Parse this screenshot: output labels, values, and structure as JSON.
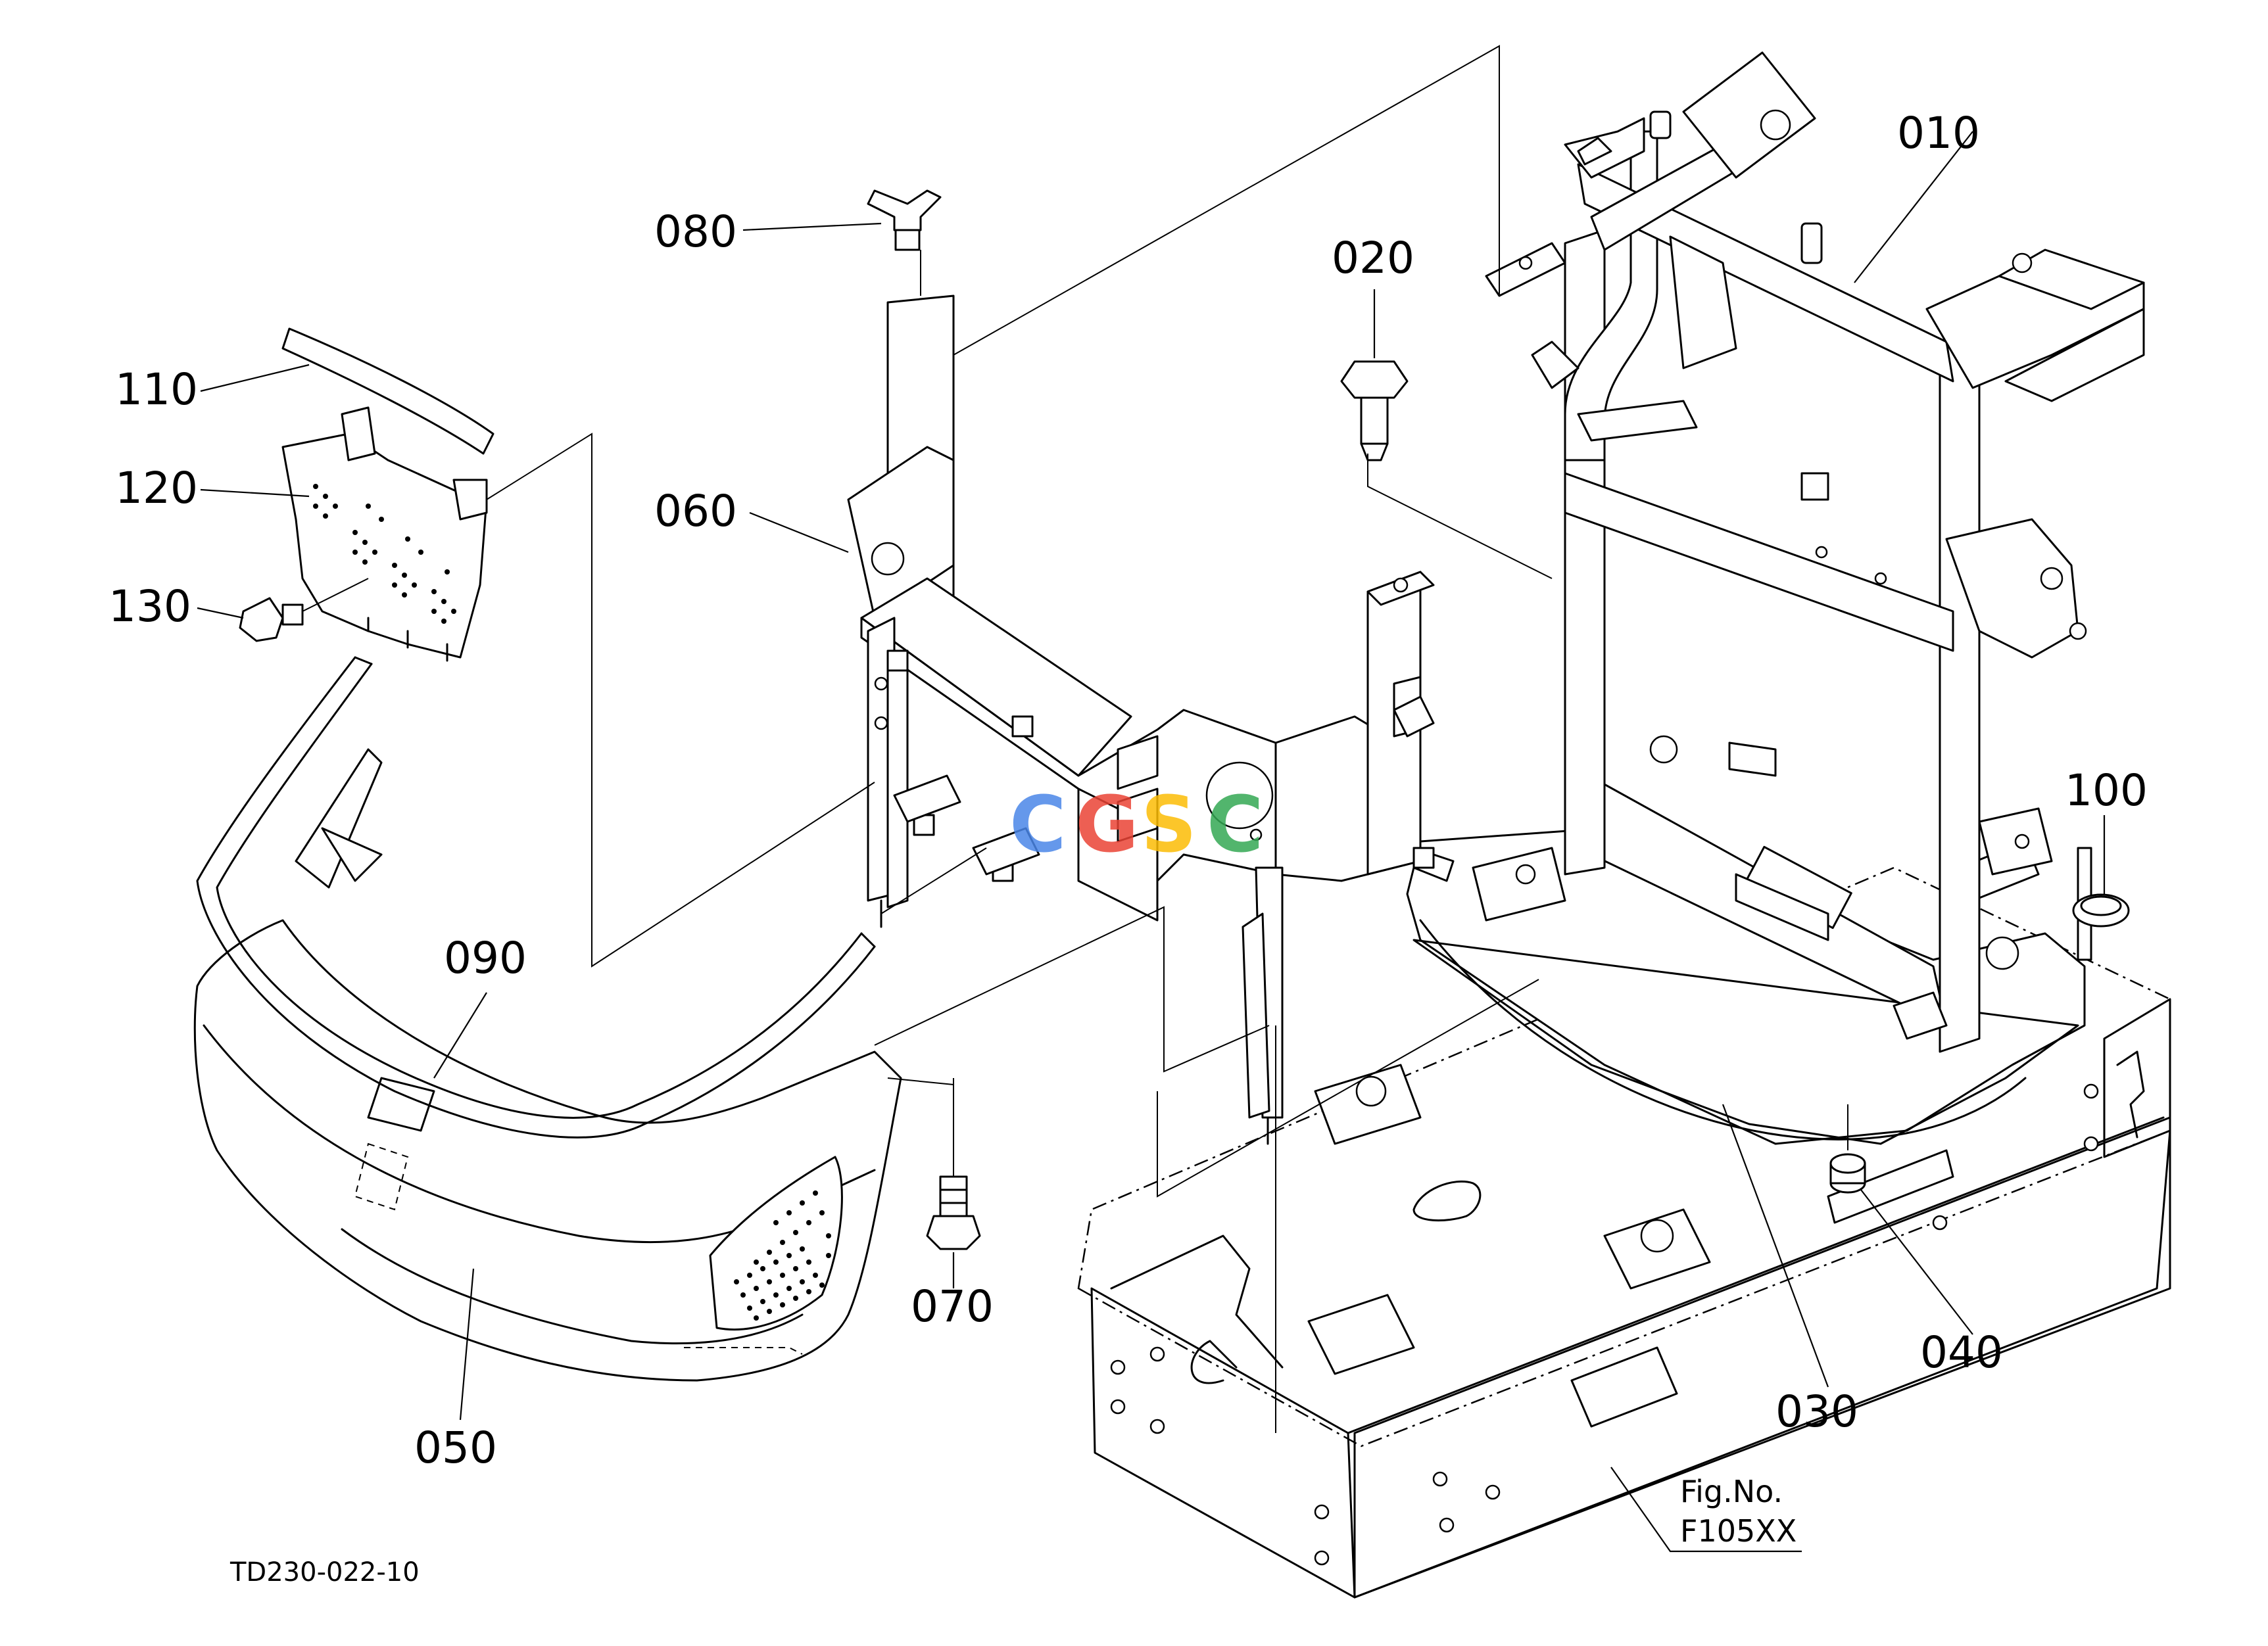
{
  "callouts": {
    "p010": "010",
    "p020": "020",
    "p030": "030",
    "p040": "040",
    "p050": "050",
    "p060": "060",
    "p070": "070",
    "p080": "080",
    "p090": "090",
    "p100": "100",
    "p110": "110",
    "p120": "120",
    "p130": "130"
  },
  "figure_reference": {
    "label": "Fig.No.",
    "number": "F105XX"
  },
  "drawing_code": "TD230-022-10",
  "watermark": {
    "letters": [
      "C",
      "G",
      "S",
      "C"
    ],
    "colors": [
      "#4a86e8",
      "#ea4335",
      "#fbbc05",
      "#34a853"
    ]
  }
}
